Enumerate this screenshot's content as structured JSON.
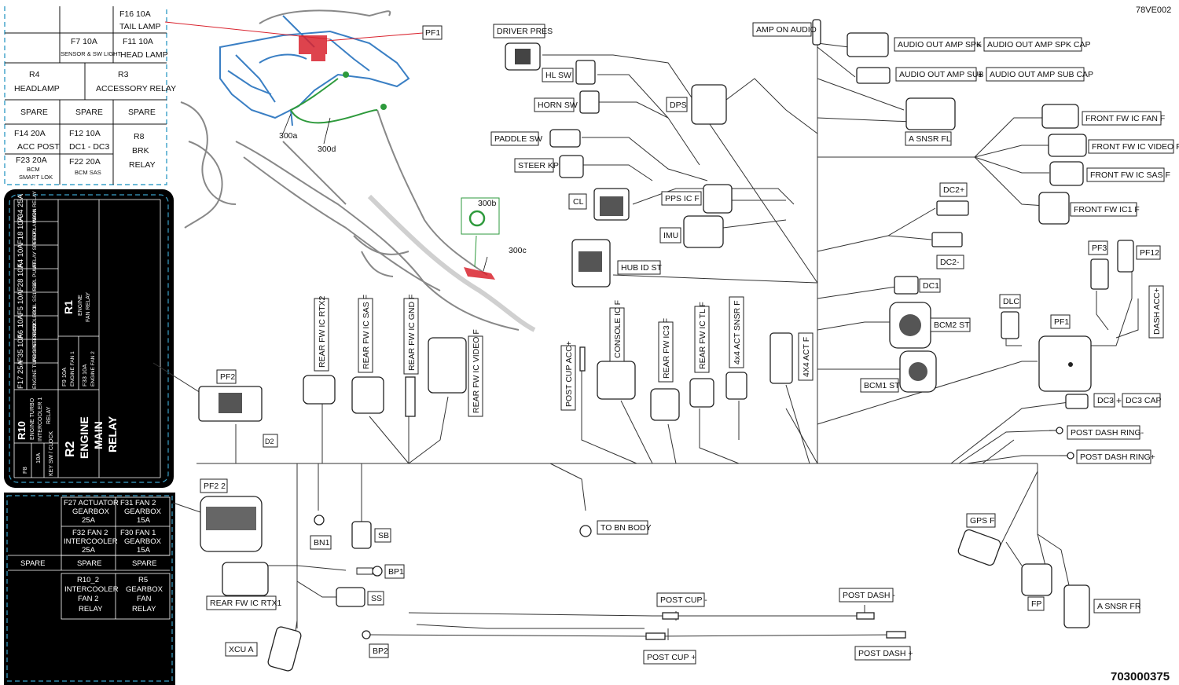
{
  "doc_code_top": "78VE002",
  "doc_code_bottom": "703000375",
  "fuse_box_top": {
    "rows": [
      [
        "F16   10A",
        "TAIL LAMP"
      ],
      [
        "F7    10A",
        "SENSOR & SW LIGHT",
        "F11   10A",
        "HEAD LAMP"
      ],
      [
        "R4",
        "HEADLAMP",
        "R3",
        "ACCESSORY RELAY"
      ],
      [
        "SPARE",
        "SPARE",
        "SPARE"
      ],
      [
        "F14   20A",
        "ACC POST",
        "F12   10A",
        "DC1 - DC3",
        "R8",
        "BRK",
        "RELAY"
      ],
      [
        "F23   20A",
        "BCM",
        "SMART LOK",
        "F22   20A",
        "BCM SAS"
      ]
    ]
  },
  "fuse_box_left": {
    "columns": [
      [
        "F34 25A",
        "MAIN RELAY LAMP"
      ],
      [
        "F18 10A",
        "EVAP LAMBDA"
      ],
      [
        "F4 10A",
        "RELAY SPEEDO"
      ],
      [
        "F28 10A",
        "FUEL PUMP"
      ],
      [
        "F5 10A",
        "COIL SS1 SS2"
      ],
      [
        "F6 10A",
        "ECM"
      ],
      [
        "F35 10A",
        "INJ SPEEDO O2"
      ],
      [
        "F17 25A",
        "ENGINE TURBO INTER COOLER 1"
      ]
    ],
    "relay_r1": [
      "R1",
      "ENGINE",
      "FAN RELAY"
    ],
    "fan1": [
      "F9 10A",
      "ENGINE FAN 1"
    ],
    "fan2": [
      "F33 10A",
      "ENGINE FAN 2"
    ],
    "relay_r10": [
      "R10",
      "ENGINE TURBO",
      "INTERCOOLER 1",
      "RELAY"
    ],
    "key": [
      "F8",
      "10A",
      "KEY SW / CLOCK"
    ],
    "relay_r2": [
      "R2",
      "ENGINE",
      "MAIN",
      "RELAY"
    ]
  },
  "fuse_box_bottom": {
    "row1": [
      "F27 ACTUATOR",
      "GEARBOX",
      "25A",
      "F31 FAN 2",
      "GEARBOX",
      "15A"
    ],
    "row2": [
      "F32 FAN 2",
      "INTERCOOLER",
      "25A",
      "F30 FAN 1",
      "GEARBOX",
      "15A"
    ],
    "row3": [
      "SPARE",
      "SPARE",
      "SPARE"
    ],
    "row4": [
      "R10_2",
      "INTERCOOLER",
      "FAN 2",
      "RELAY",
      "R5",
      "GEARBOX",
      "FAN",
      "RELAY"
    ]
  },
  "callouts": [
    "PF1",
    "300a",
    "300d",
    "300b",
    "300c"
  ],
  "labels": {
    "driver_pres": "DRIVER PRES",
    "hl_sw": "HL SW",
    "horn_sw": "HORN SW",
    "paddle_sw": "PADDLE SW",
    "steer_kp": "STEER KP",
    "cl": "CL",
    "pps_ic_f": "PPS IC F",
    "imu": "IMU",
    "hub_id_st": "HUB ID ST",
    "dps": "DPS",
    "amp_on_audio": "AMP ON AUDIO",
    "audio_out_amp_spk": "AUDIO OUT AMP SPK",
    "audio_out_amp_spk_cap": "AUDIO OUT AMP SPK CAP",
    "audio_out_amp_sub": "AUDIO OUT AMP SUB",
    "audio_out_amp_sub_cap": "AUDIO OUT AMP SUB CAP",
    "plus": "+",
    "a_snsr_fl": "A SNSR FL",
    "front_fw_ic_fan_f": "FRONT FW IC FAN F",
    "front_fw_ic_video_f": "FRONT FW IC VIDEO F",
    "front_fw_ic_sas_f": "FRONT FW IC SAS F",
    "front_fw_ic1_f": "FRONT FW IC1 F",
    "dc2_plus": "DC2+",
    "dc2_minus": "DC2-",
    "dc1": "DC1",
    "bcm2_st": "BCM2 ST",
    "bcm1_st": "BCM1 ST",
    "dlc": "DLC",
    "pf1_right": "PF1",
    "pf3": "PF3",
    "pf12": "PF12",
    "dash_acc": "DASH ACC+",
    "dc3": "DC3",
    "dc3_cap": "DC3 CAP",
    "post_dash_ring_minus": "POST DASH RING-",
    "post_dash_ring_plus": "POST DASH RING+",
    "gps_f": "GPS F",
    "fp": "FP",
    "a_snsr_fr": "A SNSR FR",
    "pf2": "PF2",
    "pf2_2": "PF2 2",
    "d2": "D2",
    "rear_fw_ic_rtx2": "REAR FW IC RTX2",
    "rear_fw_ic_sas_f": "REAR FW IC SAS F",
    "rear_fw_ic_gnd_f": "REAR FW IC GND F",
    "rear_fw_ic_video_f": "REAR FW IC VIDEO F",
    "post_cup_acc": "POST CUP ACC+",
    "console_ic_f": "CONSOLE IC F",
    "rear_fw_ic3_f": "REAR FW IC3 F",
    "rear_fw_ic_tl_f": "REAR FW IC TL F",
    "act_snsr_f": "4x4 ACT SNSR F",
    "act_f": "4X4 ACT F",
    "bn1": "BN1",
    "sb": "SB",
    "to_bn_body": "TO BN BODY",
    "bp1": "BP1",
    "rear_fw_ic_rtx1": "REAR FW IC RTX1",
    "ss": "SS",
    "xcu_a": "XCU A",
    "bp2": "BP2",
    "post_cup_minus": "POST CUP -",
    "post_cup_plus": "POST CUP +",
    "post_dash_minus": "POST DASH -",
    "post_dash_plus": "POST DASH +"
  },
  "colors": {
    "harness_blue": "#3a7fc4",
    "harness_red": "#d9232e",
    "harness_green": "#2e9a3c",
    "fuse_border": "#3aa0c8",
    "dark_panel": "#000000"
  }
}
